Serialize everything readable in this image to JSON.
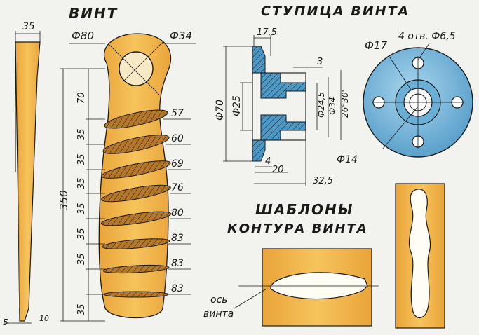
{
  "titles": {
    "propeller": "ВИНТ",
    "hub": "СТУПИЦА ВИНТА",
    "templates_line1": "ШАБЛОНЫ",
    "templates_line2": "КОНТУРА ВИНТА"
  },
  "blade_dims": {
    "width": "35",
    "total_length": "350",
    "tip_thickness": "5",
    "root_thickness": "10",
    "phi_outer": "Ф80",
    "phi_hole": "Ф34",
    "segments": [
      "70",
      "35",
      "35",
      "35",
      "35",
      "35",
      "35",
      "35"
    ],
    "section_widths": [
      "57",
      "60",
      "69",
      "76",
      "80",
      "83",
      "83",
      "83"
    ]
  },
  "hub_dims": {
    "flange_thickness": "17,5",
    "phi70": "Ф70",
    "phi25": "Ф25",
    "step_3": "3",
    "phi24_5": "Ф24,5",
    "phi34": "Ф34",
    "angle": "26°30'",
    "depth_4": "4",
    "depth_20": "20",
    "length_32_5": "32,5",
    "phi17": "Ф17",
    "phi14": "Ф14",
    "holes": "4 отв. Ф6,5"
  },
  "template_labels": {
    "axis_line1": "ось",
    "axis_line2": "винта"
  },
  "colors": {
    "wood": "#f2b84b",
    "wood_dark": "#d9952e",
    "steel": "#6ab0d6",
    "steel_dark": "#3c86b8"
  }
}
